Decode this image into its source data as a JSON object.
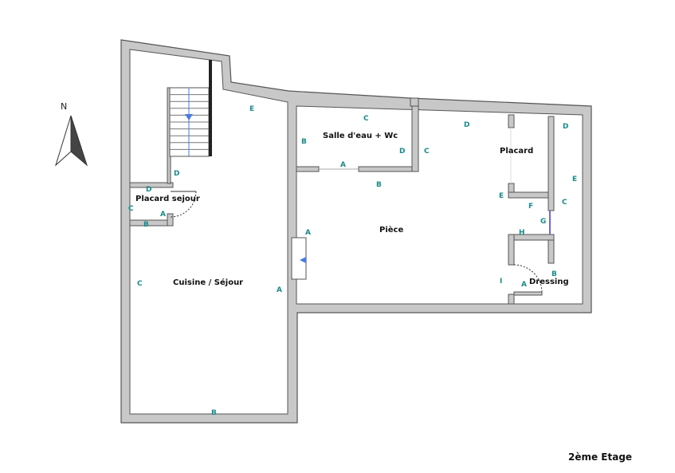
{
  "compass": {
    "label": "N"
  },
  "rooms": {
    "placard_sejour": "Placard sejour",
    "cuisine_sejour": "Cuisine / Séjour",
    "salle_eau": "Salle d'eau + Wc",
    "piece": "Pièce",
    "placard": "Placard",
    "dressing": "Dressing"
  },
  "wall_labels": {
    "sejour_e": "E",
    "sejour_d": "D",
    "sejour_c": "C",
    "sejour_a": "A",
    "sejour_b": "B",
    "ps_d": "D",
    "ps_c": "C",
    "ps_a": "A",
    "ps_b": "B",
    "se_c": "C",
    "se_b": "B",
    "se_d": "D",
    "se_a": "A",
    "piece_b": "B",
    "piece_a": "A",
    "piece_c": "C",
    "piece_d": "D",
    "piece_e": "E",
    "piece_f": "F",
    "piece_g": "G",
    "piece_h": "H",
    "piece_i": "I",
    "pl_d": "D",
    "pl_e": "E",
    "pl_c": "C",
    "dr_a": "A",
    "dr_b": "B"
  },
  "floor_title": "2ème Etage",
  "colors": {
    "wall": "#c8c8c8",
    "wall_stroke": "#555555",
    "label": "#1a8a8a",
    "stair_arrow": "#4a7be0"
  }
}
